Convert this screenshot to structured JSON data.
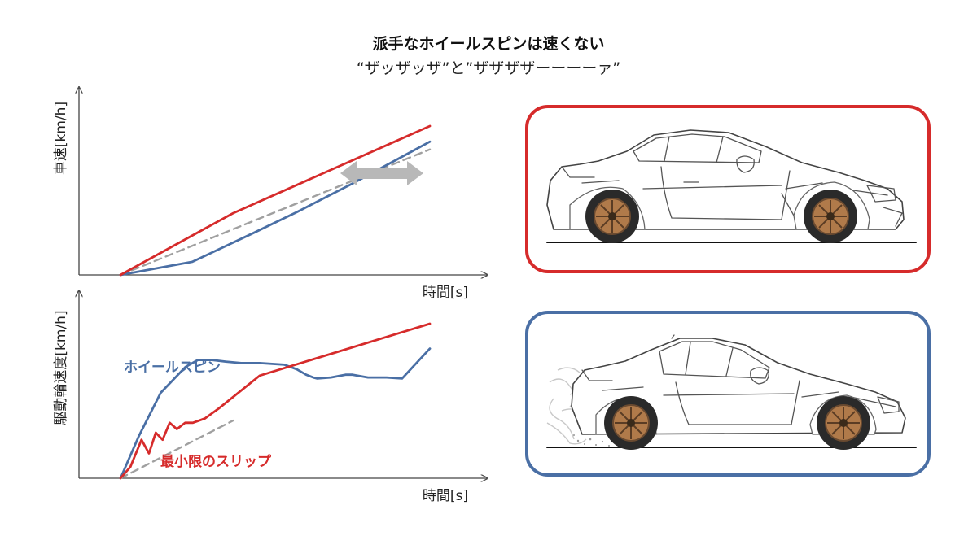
{
  "header": {
    "title": "派手なホイールスピンは速くない",
    "subtitle": "“ザッザッザ”と”ザザザザーーーーァ”"
  },
  "colors": {
    "red": "#d62b2b",
    "blue": "#4a6fa5",
    "dashed": "#a0a0a0",
    "arrow": "#b8b8b8"
  },
  "icons": {
    "car_top": "sports-car-illustration",
    "car_bottom": "sports-car-wheelspin-illustration",
    "double_arrow": "double-arrow-icon"
  },
  "chart_data": [
    {
      "type": "line",
      "ylabel": "車速[km/h]",
      "xlabel": "時間[s]",
      "series": [
        {
          "style": "solid",
          "color": "#d62b2b",
          "x": [
            0,
            0.364,
            1
          ],
          "y": [
            0,
            0.415,
            1
          ]
        },
        {
          "style": "solid",
          "color": "#4a6fa5",
          "x": [
            0,
            0.232,
            0.428,
            0.57,
            0.75,
            1
          ],
          "y": [
            0,
            0.088,
            0.28,
            0.422,
            0.614,
            0.895
          ]
        },
        {
          "style": "dashed",
          "color": "#a0a0a0",
          "x": [
            0,
            1
          ],
          "y": [
            0,
            0.843
          ]
        }
      ]
    },
    {
      "type": "line",
      "ylabel": "駆動輪速度[km/h]",
      "xlabel": "時間[s]",
      "annotations": [
        "ホイールスピン",
        "最小限のスリップ"
      ],
      "series": [
        {
          "style": "solid",
          "color": "#4a6fa5",
          "x": [
            0,
            0.06,
            0.13,
            0.21,
            0.25,
            0.296,
            0.34,
            0.39,
            0.45,
            0.53,
            0.57,
            0.6,
            0.623,
            0.636,
            0.68,
            0.727,
            0.75,
            0.8,
            0.86,
            0.91,
            1
          ],
          "y": [
            0,
            0.276,
            0.553,
            0.72,
            0.765,
            0.765,
            0.755,
            0.745,
            0.745,
            0.735,
            0.705,
            0.67,
            0.652,
            0.645,
            0.652,
            0.67,
            0.67,
            0.652,
            0.652,
            0.645,
            0.839
          ]
        },
        {
          "style": "solid",
          "color": "#d62b2b",
          "x": [
            0,
            0.032,
            0.068,
            0.092,
            0.114,
            0.136,
            0.159,
            0.182,
            0.209,
            0.234,
            0.273,
            0.318,
            0.45,
            1
          ],
          "y": [
            0,
            0.074,
            0.249,
            0.161,
            0.295,
            0.249,
            0.359,
            0.318,
            0.359,
            0.359,
            0.387,
            0.452,
            0.664,
            1
          ]
        },
        {
          "style": "dashed",
          "color": "#a0a0a0",
          "x": [
            0,
            0.364
          ],
          "y": [
            0,
            0.373
          ]
        }
      ]
    }
  ]
}
